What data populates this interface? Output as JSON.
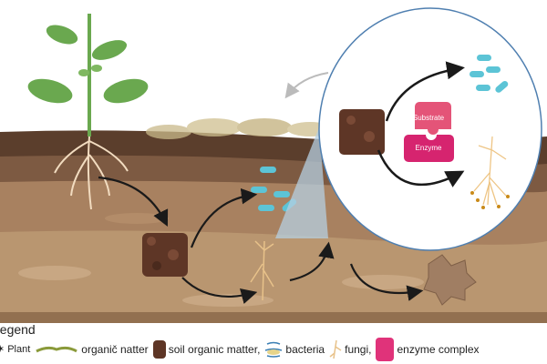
{
  "zoom_callout": {
    "substrate_label": "Substrate",
    "enzyme_label": "Enzyme"
  },
  "legend": {
    "title": "Legend",
    "items": [
      {
        "label": "Plant"
      },
      {
        "label": "organič natter"
      },
      {
        "label": "soil organic matter,"
      },
      {
        "label": "bacteria"
      },
      {
        "label": "fungi,"
      },
      {
        "label": "enzyme complex"
      }
    ]
  },
  "colors": {
    "soil_dark": "#5b3e2c",
    "soil_mid": "#7d5a42",
    "soil_light": "#a88160",
    "soil_base": "#b99670",
    "circle_border": "#4f7fb0",
    "enzyme": "#d6246f",
    "substrate": "#e45478",
    "bacteria": "#5cc4d6",
    "fungi": "#e8b878"
  }
}
